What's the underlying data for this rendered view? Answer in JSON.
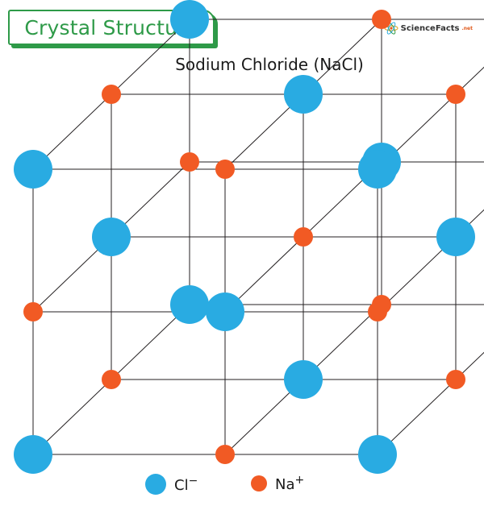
{
  "title": "Crystal Structure",
  "subtitle": "Sodium Chloride (NaCl)",
  "logo": {
    "name": "ScienceFacts",
    "tld": ".net",
    "icon": "atom-icon"
  },
  "colors": {
    "chloride": "#29abe2",
    "sodium": "#f15a24",
    "lines": "#231f20",
    "accent": "#2e9a48"
  },
  "legend": [
    {
      "ion": "chloride",
      "symbol": "Cl",
      "charge": "−"
    },
    {
      "ion": "sodium",
      "symbol": "Na",
      "charge": "+"
    }
  ]
}
